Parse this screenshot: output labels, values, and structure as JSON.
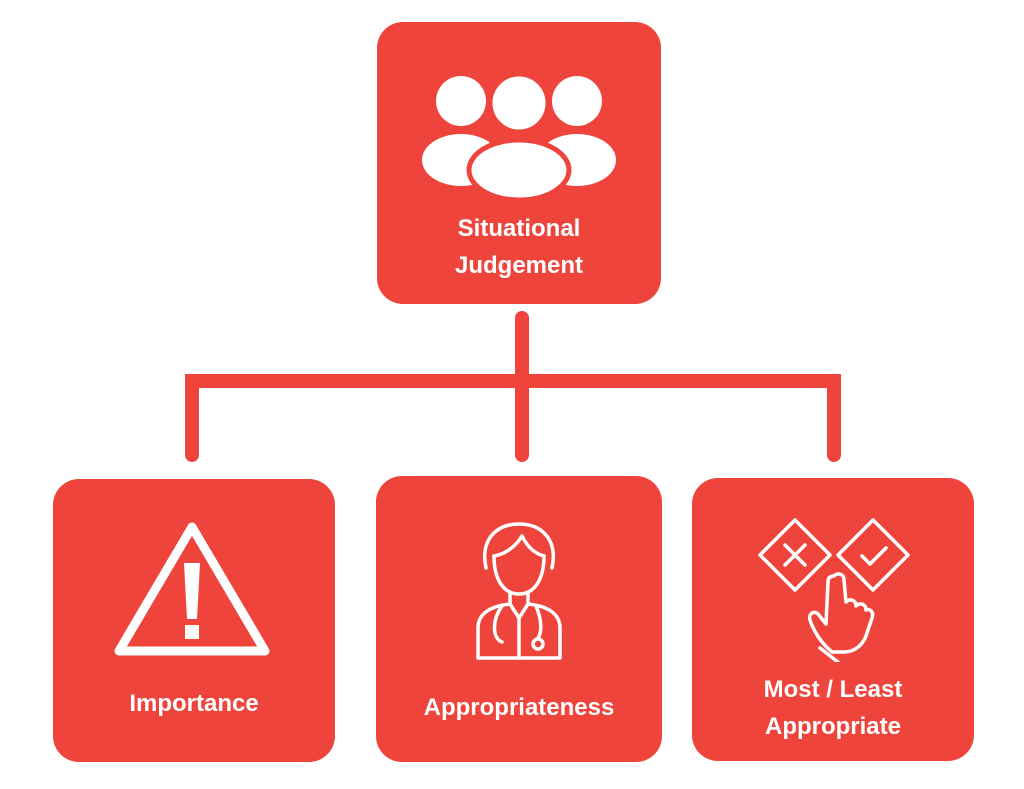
{
  "colors": {
    "box": "#ef443b",
    "icon": "#ffffff",
    "background": "#ffffff"
  },
  "top": {
    "line1": "Situational",
    "line2": "Judgement",
    "icon": "users-group-icon"
  },
  "children": [
    {
      "line1": "Importance",
      "icon": "warning-triangle-icon"
    },
    {
      "line1": "Appropriateness",
      "icon": "doctor-icon"
    },
    {
      "line1": "Most / Least",
      "line2": "Appropriate",
      "icon": "select-check-cross-icon"
    }
  ]
}
